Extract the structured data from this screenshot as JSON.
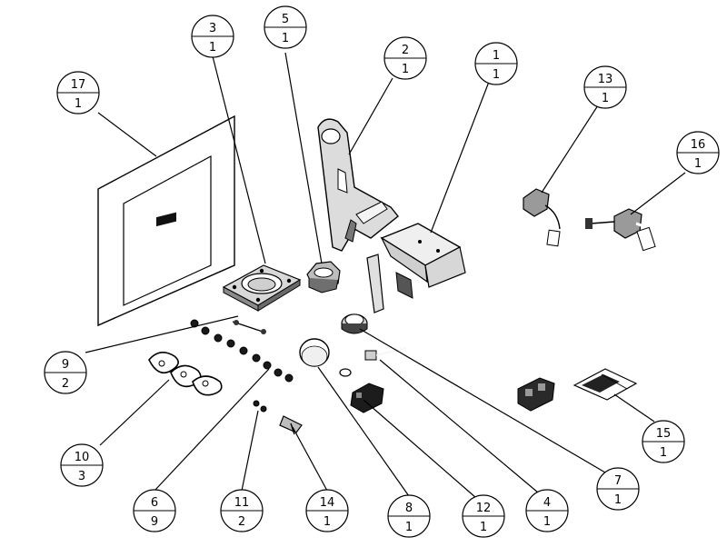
{
  "balloons": [
    {
      "id": "17",
      "num": "17",
      "qty": "1"
    },
    {
      "id": "3",
      "num": "3",
      "qty": "1"
    },
    {
      "id": "5",
      "num": "5",
      "qty": "1"
    },
    {
      "id": "2",
      "num": "2",
      "qty": "1"
    },
    {
      "id": "1",
      "num": "1",
      "qty": "1"
    },
    {
      "id": "13",
      "num": "13",
      "qty": "1"
    },
    {
      "id": "16",
      "num": "16",
      "qty": "1"
    },
    {
      "id": "9",
      "num": "9",
      "qty": "2"
    },
    {
      "id": "10",
      "num": "10",
      "qty": "3"
    },
    {
      "id": "6",
      "num": "6",
      "qty": "9"
    },
    {
      "id": "11",
      "num": "11",
      "qty": "2"
    },
    {
      "id": "14",
      "num": "14",
      "qty": "1"
    },
    {
      "id": "8",
      "num": "8",
      "qty": "1"
    },
    {
      "id": "12",
      "num": "12",
      "qty": "1"
    },
    {
      "id": "4",
      "num": "4",
      "qty": "1"
    },
    {
      "id": "7",
      "num": "7",
      "qty": "1"
    },
    {
      "id": "15",
      "num": "15",
      "qty": "1"
    }
  ]
}
